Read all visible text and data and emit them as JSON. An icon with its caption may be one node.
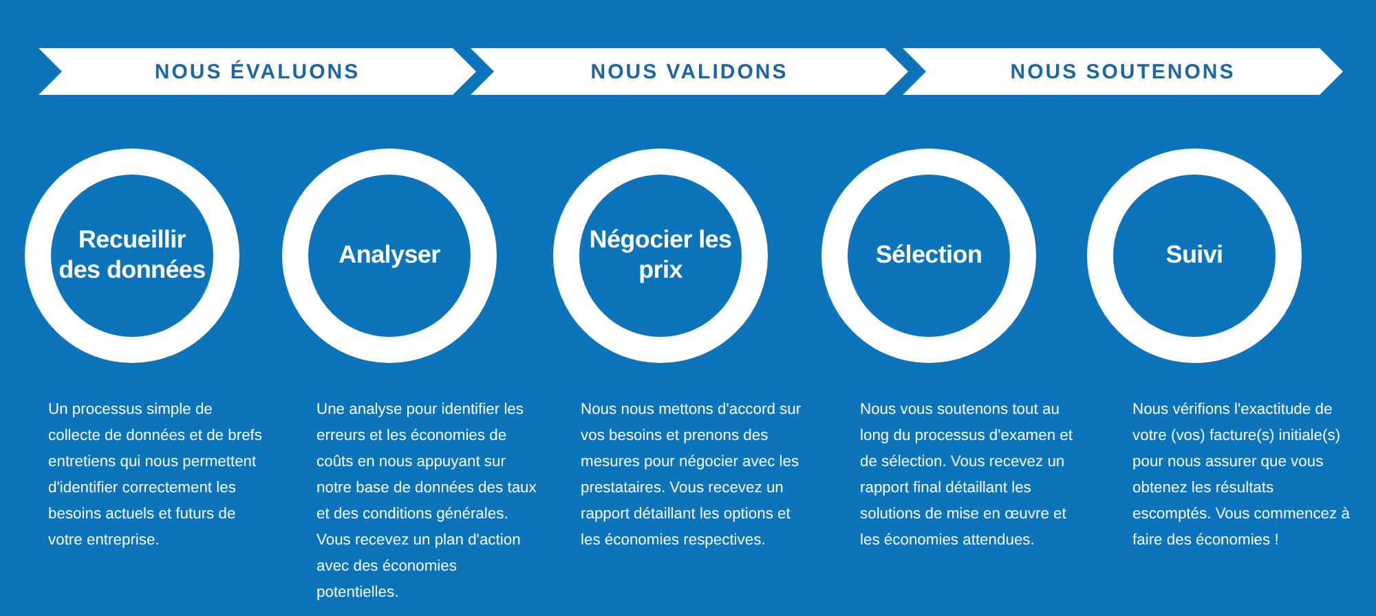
{
  "diagram": {
    "nodes": [
      {
        "text": [
          "NOUS ÉVALUONS"
        ]
      },
      {
        "text": [
          "NOUS VALIDONS"
        ]
      },
      {
        "text": [
          "NOUS SOUTENONS"
        ]
      },
      {
        "text": [
          "Recueillir des données"
        ],
        "beside": [
          "Un processus simple de collecte de données et de brefs entretiens qui nous permettent d'identifier correctement les besoins actuels et futurs de votre entreprise."
        ]
      },
      {
        "text": [
          "Analyser"
        ],
        "beside": [
          "Une analyse pour identifier les erreurs et les économies de coûts en nous appuyant sur notre base de données des taux et des conditions générales. Vous recevez un plan d'action avec des économies potentielles."
        ]
      },
      {
        "text": [
          "Négocier les prix"
        ],
        "beside": [
          "Nous nous mettons d'accord sur vos besoins et prenons des mesures pour négocier avec les prestataires. Vous recevez un rapport détaillant les options et les économies respectives."
        ]
      },
      {
        "text": [
          "Sélection"
        ],
        "beside": [
          "Nous vous soutenons tout au long du processus d'examen et de sélection. Vous recevez un rapport final détaillant les solutions de mise en œuvre et les économies attendues."
        ]
      },
      {
        "text": [
          "Suivi"
        ],
        "beside": [
          "Nous vérifions l'exactitude de votre (vos) facture(s) initiale(s) pour nous assurer que vous obtenez les résultats escomptés. Vous commencez à faire des économies !"
        ]
      }
    ]
  }
}
